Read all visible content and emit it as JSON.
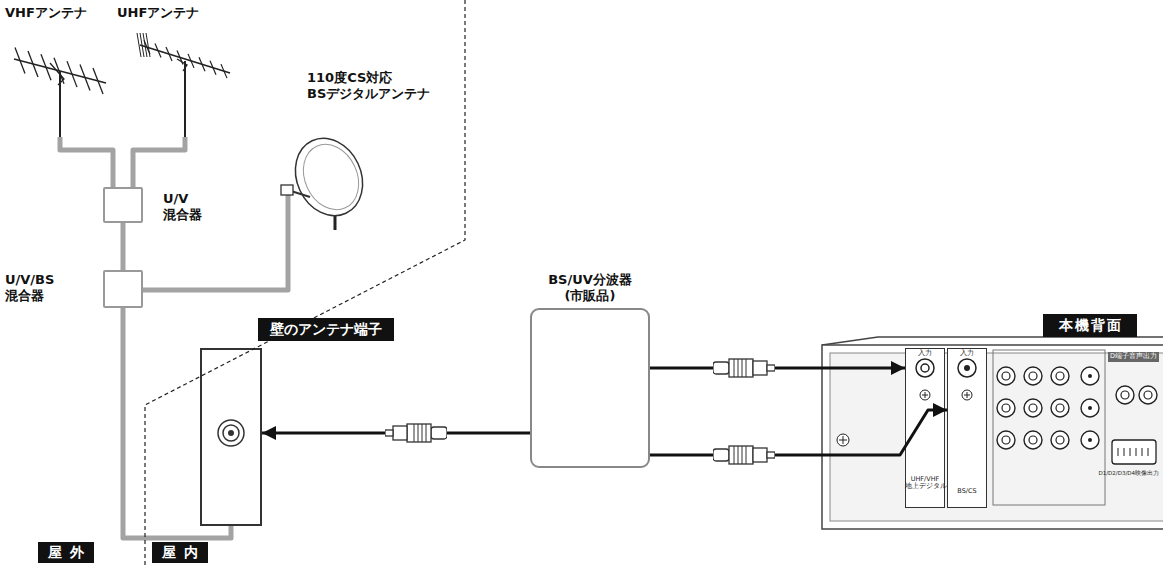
{
  "diagram": {
    "nodes": [
      {
        "text": [
          "VHFアンテナ"
        ]
      },
      {
        "text": [
          "UHFアンテナ"
        ]
      },
      {
        "text": [
          "110度CS対応 BSデジタルアンテナ"
        ]
      },
      {
        "text": [
          "U/V 混合器"
        ]
      },
      {
        "text": [
          "U/V/BS 混合器"
        ]
      },
      {
        "text": [
          "壁のアンテナ端子"
        ]
      },
      {
        "text": [
          "BS/UV分波器 (市販品)"
        ]
      },
      {
        "text": [
          "本機背面"
        ]
      },
      {
        "text": [
          "入力",
          "UHF/VHF 地上デジタル"
        ],
        "in": 7
      },
      {
        "text": [
          "入力",
          "BS/CS"
        ],
        "in": 7
      }
    ],
    "edges": [
      {
        "from": 0,
        "to": 3,
        "arrow": "none"
      },
      {
        "from": 1,
        "to": 3,
        "arrow": "none"
      },
      {
        "from": 3,
        "to": 4,
        "arrow": "none"
      },
      {
        "from": 2,
        "to": 4,
        "arrow": "none"
      },
      {
        "from": 4,
        "to": 5,
        "arrow": "none"
      },
      {
        "from": 6,
        "to": 5,
        "arrow": "to"
      },
      {
        "from": 6,
        "to": 8,
        "arrow": "to"
      },
      {
        "from": 6,
        "to": 9,
        "arrow": "to"
      }
    ],
    "labels": [
      "屋外",
      "屋内",
      "D端子音声出力",
      "D1/D2/D3/D4映像出力"
    ]
  }
}
